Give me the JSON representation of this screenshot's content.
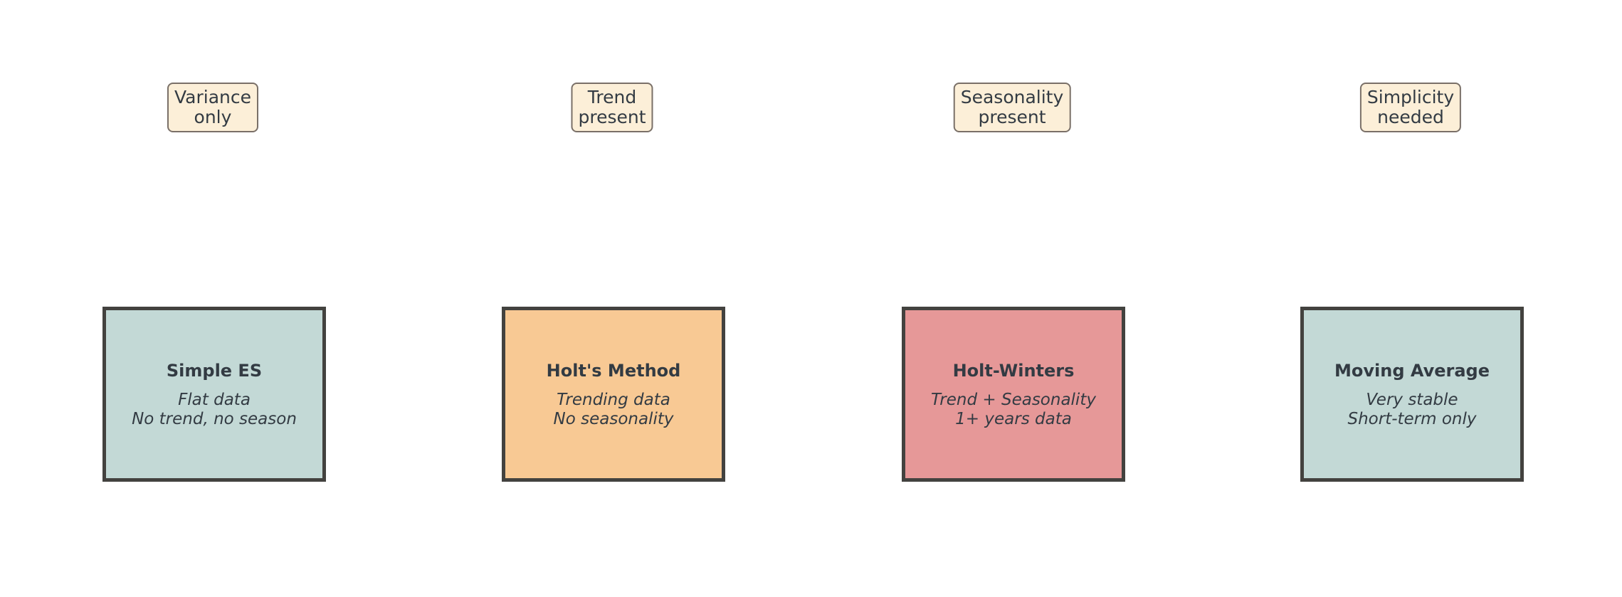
{
  "diagram": {
    "columns": [
      {
        "condition": "Variance\nonly",
        "method": "Simple ES",
        "description": "Flat data\nNo trend, no season",
        "fill": "#c3d9d6"
      },
      {
        "condition": "Trend\npresent",
        "method": "Holt's Method",
        "description": "Trending data\nNo seasonality",
        "fill": "#f8c994"
      },
      {
        "condition": "Seasonality\npresent",
        "method": "Holt-Winters",
        "description": "Trend + Seasonality\n1+ years data",
        "fill": "#e69898"
      },
      {
        "condition": "Simplicity\nneeded",
        "method": "Moving Average",
        "description": "Very stable\nShort-term only",
        "fill": "#c3d9d6"
      }
    ],
    "colors": {
      "condition_fill": "#fcefd8",
      "condition_border": "#7a7068",
      "box_border": "#43423f",
      "text": "#333b43"
    }
  }
}
